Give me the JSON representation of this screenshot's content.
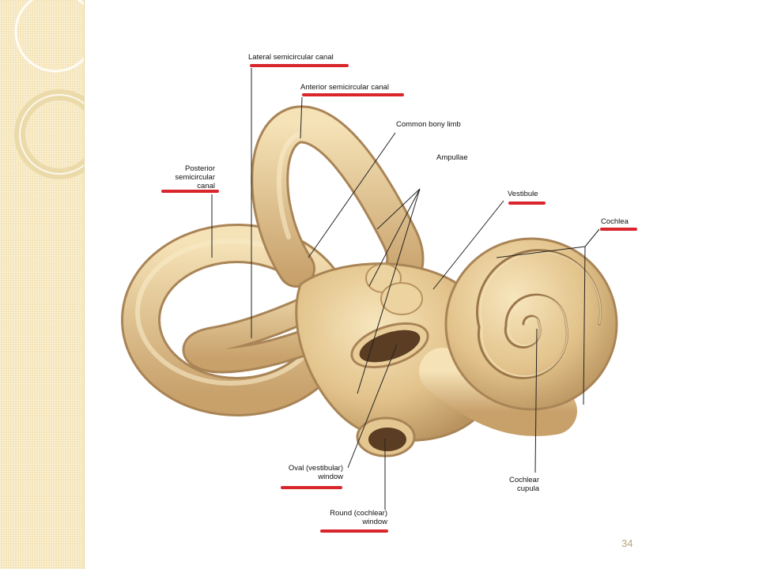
{
  "page_number": "34",
  "colors": {
    "underline": "#d9262c",
    "bone": "#e7c994",
    "bone_shadow": "#b99460",
    "band": "#f4e3b4"
  },
  "labels": {
    "lateral": "Lateral semicircular canal",
    "anterior": "Anterior semicircular canal",
    "common_limb": "Common bony limb",
    "ampullae": "Ampullae",
    "vestibule": "Vestibule",
    "cochlea": "Cochlea",
    "posterior_1": "Posterior",
    "posterior_2": "semicircular",
    "posterior_3": "canal",
    "oval_1": "Oval (vestibular)",
    "oval_2": "window",
    "round_1": "Round (cochlear)",
    "round_2": "window",
    "cupula_1": "Cochlear",
    "cupula_2": "cupula"
  }
}
